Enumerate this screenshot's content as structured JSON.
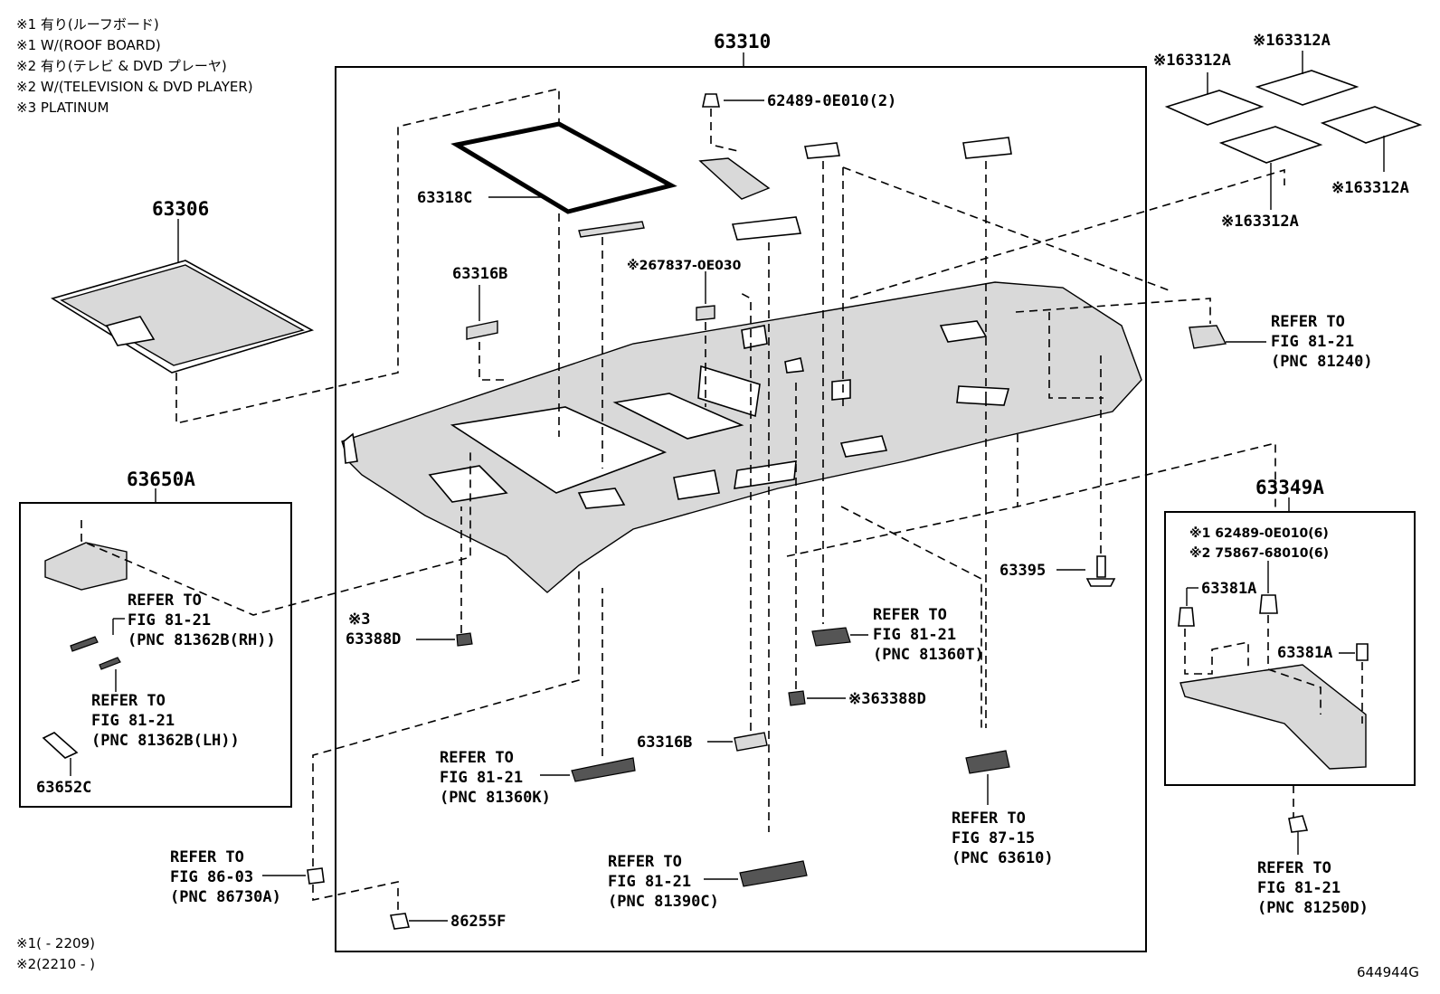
{
  "notes": [
    "※1 有り(ルーフボード)",
    "※1 W/(ROOF BOARD)",
    "※2 有り(テレビ & DVD プレーヤ)",
    "※2 W/(TELEVISION & DVD PLAYER)",
    "※3 PLATINUM"
  ],
  "footnotes": [
    "※1(        - 2209)",
    "※2(2210 -        )"
  ],
  "figure_id": "644944G",
  "labels": {
    "p63310": "63310",
    "p63306": "63306",
    "p63318C": "63318C",
    "p63316B_top": "63316B",
    "p62489": "62489-0E010(2)",
    "p67837": "※267837-0E030",
    "p63312A_1": "※163312A",
    "p63312A_2": "※163312A",
    "p63312A_3": "※163312A",
    "p63312A_4": "※163312A",
    "p63650A": "63650A",
    "p63652C": "63652C",
    "p63388D_left_note": "※3",
    "p63388D_left": "63388D",
    "p63388D_mid": "※363388D",
    "p63395": "63395",
    "p63349A": "63349A",
    "p62489_box": "※1 62489-0E010(6)",
    "p75867_box": "※2 75867-68010(6)",
    "p63381A_1": "63381A",
    "p63381A_2": "63381A",
    "p63316B_bot": "63316B",
    "p86255F": "86255F"
  },
  "refers": {
    "r81240": [
      "REFER TO",
      "FIG 81-21",
      "(PNC 81240)"
    ],
    "r81362RH": [
      "REFER TO",
      "FIG 81-21",
      "(PNC 81362B(RH))"
    ],
    "r81362LH": [
      "REFER TO",
      "FIG 81-21",
      "(PNC 81362B(LH))"
    ],
    "r81360T": [
      "REFER TO",
      "FIG 81-21",
      "(PNC 81360T)"
    ],
    "r81360K": [
      "REFER TO",
      "FIG 81-21",
      "(PNC 81360K)"
    ],
    "r63610": [
      "REFER TO",
      "FIG 87-15",
      "(PNC 63610)"
    ],
    "r86730A": [
      "REFER TO",
      "FIG 86-03",
      "(PNC 86730A)"
    ],
    "r81390C": [
      "REFER TO",
      "FIG 81-21",
      "(PNC 81390C)"
    ],
    "r81250D": [
      "REFER TO",
      "FIG 81-21",
      "(PNC 81250D)"
    ]
  }
}
